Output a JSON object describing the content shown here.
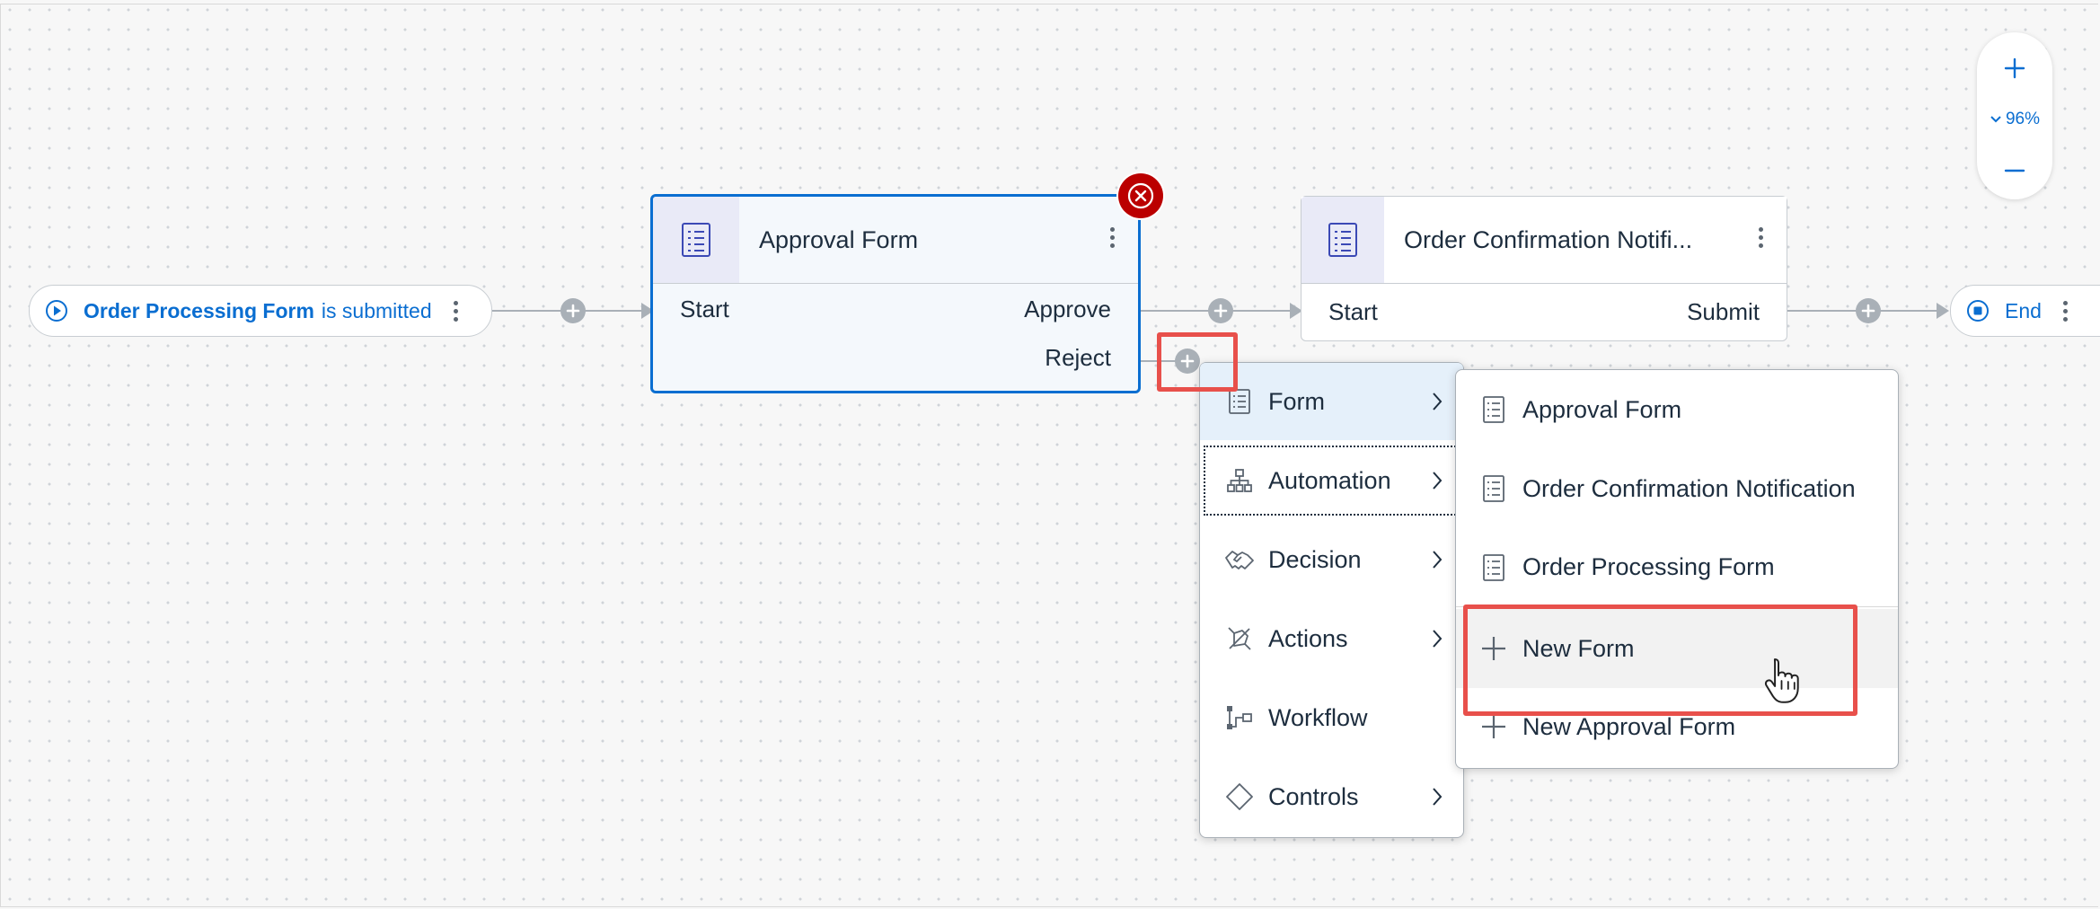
{
  "trigger": {
    "form_name": "Order Processing Form",
    "suffix": "is submitted"
  },
  "end_node": {
    "label": "End"
  },
  "cards": [
    {
      "title": "Approval Form",
      "outputs": [
        "Approve",
        "Reject"
      ],
      "input": "Start"
    },
    {
      "title": "Order Confirmation Notifi...",
      "outputs": [
        "Submit"
      ],
      "input": "Start"
    }
  ],
  "zoom": {
    "level": "96%"
  },
  "step_menu": {
    "items": [
      {
        "label": "Form",
        "icon": "form-icon"
      },
      {
        "label": "Automation",
        "icon": "automation-icon"
      },
      {
        "label": "Decision",
        "icon": "decision-icon"
      },
      {
        "label": "Actions",
        "icon": "actions-icon"
      },
      {
        "label": "Workflow",
        "icon": "workflow-icon"
      },
      {
        "label": "Controls",
        "icon": "controls-icon"
      }
    ]
  },
  "form_submenu": {
    "items": [
      {
        "label": "Approval Form",
        "icon": "form-icon"
      },
      {
        "label": "Order Confirmation Notification",
        "icon": "form-icon"
      },
      {
        "label": "Order Processing Form",
        "icon": "form-icon"
      },
      {
        "label": "New Form",
        "icon": "plus-icon"
      },
      {
        "label": "New Approval Form",
        "icon": "plus-icon"
      }
    ]
  },
  "colors": {
    "accent": "#0a6ed1",
    "highlight": "#e8504b",
    "danger": "#bb0000",
    "connector": "#a9b0b7"
  }
}
